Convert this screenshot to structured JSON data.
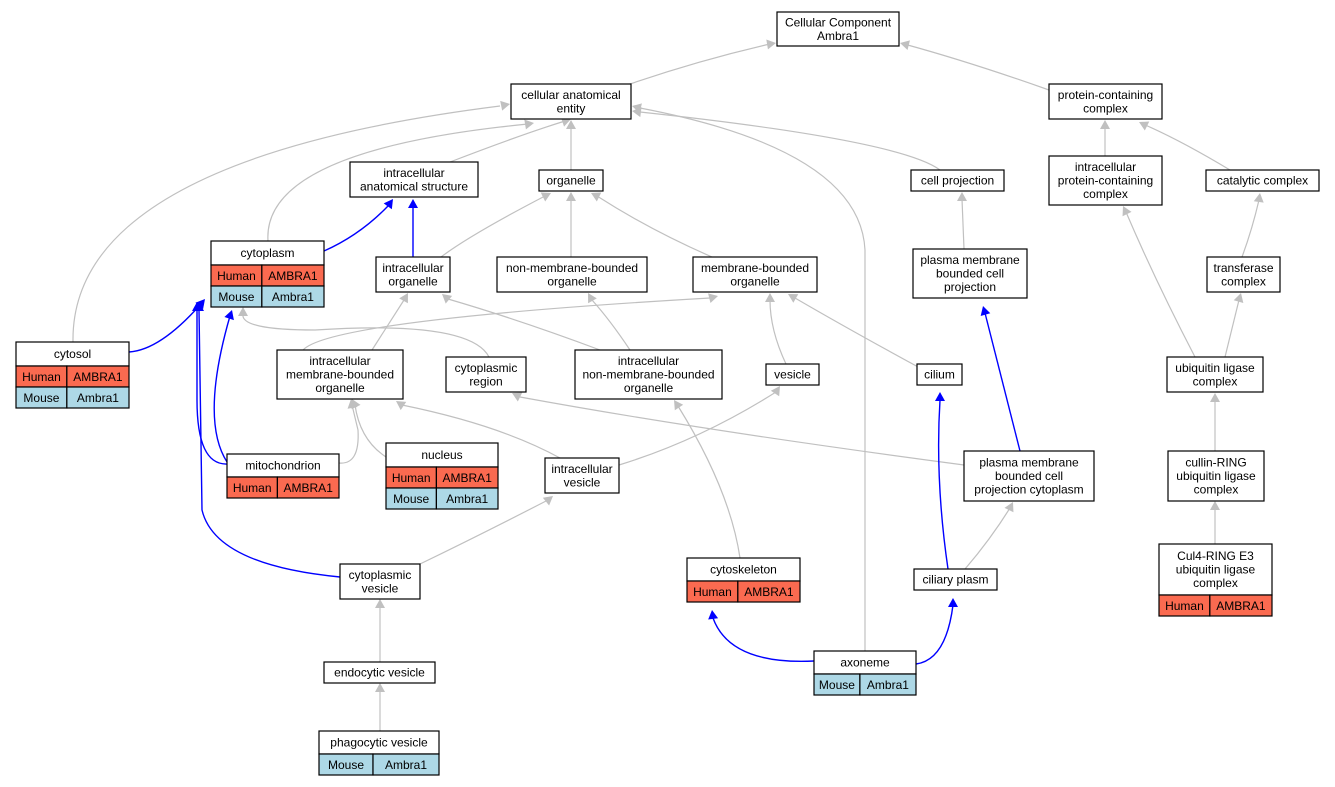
{
  "colors": {
    "human": "#fa6a50",
    "mouse": "#add8e6",
    "edge_gray": "#c0c0c0",
    "edge_blue": "#0000ff"
  },
  "nodes": {
    "root": {
      "lines": [
        "Cellular Component",
        "Ambra1"
      ]
    },
    "cae": {
      "lines": [
        "cellular anatomical",
        "entity"
      ]
    },
    "pcc": {
      "lines": [
        "protein-containing",
        "complex"
      ]
    },
    "ias": {
      "lines": [
        "intracellular",
        "anatomical structure"
      ]
    },
    "organelle": {
      "lines": [
        "organelle"
      ]
    },
    "cellproj": {
      "lines": [
        "cell projection"
      ]
    },
    "ipcc": {
      "lines": [
        "intracellular",
        "protein-containing",
        "complex"
      ]
    },
    "catalytic": {
      "lines": [
        "catalytic complex"
      ]
    },
    "cytoplasm": {
      "lines": [
        "cytoplasm"
      ],
      "rows": [
        {
          "species": "Human",
          "gene": "AMBRA1"
        },
        {
          "species": "Mouse",
          "gene": "Ambra1"
        }
      ]
    },
    "intorg": {
      "lines": [
        "intracellular",
        "organelle"
      ]
    },
    "nmbo": {
      "lines": [
        "non-membrane-bounded",
        "organelle"
      ]
    },
    "mbo": {
      "lines": [
        "membrane-bounded",
        "organelle"
      ]
    },
    "pmbcp": {
      "lines": [
        "plasma membrane",
        "bounded cell",
        "projection"
      ]
    },
    "transferase": {
      "lines": [
        "transferase",
        "complex"
      ]
    },
    "cytosol": {
      "lines": [
        "cytosol"
      ],
      "rows": [
        {
          "species": "Human",
          "gene": "AMBRA1"
        },
        {
          "species": "Mouse",
          "gene": "Ambra1"
        }
      ]
    },
    "imbo": {
      "lines": [
        "intracellular",
        "membrane-bounded",
        "organelle"
      ]
    },
    "cytregion": {
      "lines": [
        "cytoplasmic",
        "region"
      ]
    },
    "inmbo": {
      "lines": [
        "intracellular",
        "non-membrane-bounded",
        "organelle"
      ]
    },
    "vesicle": {
      "lines": [
        "vesicle"
      ]
    },
    "cilium": {
      "lines": [
        "cilium"
      ]
    },
    "ubiq": {
      "lines": [
        "ubiquitin ligase",
        "complex"
      ]
    },
    "mito": {
      "lines": [
        "mitochondrion"
      ],
      "rows": [
        {
          "species": "Human",
          "gene": "AMBRA1"
        }
      ]
    },
    "nucleus": {
      "lines": [
        "nucleus"
      ],
      "rows": [
        {
          "species": "Human",
          "gene": "AMBRA1"
        },
        {
          "species": "Mouse",
          "gene": "Ambra1"
        }
      ]
    },
    "ivesicle": {
      "lines": [
        "intracellular",
        "vesicle"
      ]
    },
    "pmbcpc": {
      "lines": [
        "plasma membrane",
        "bounded cell",
        "projection cytoplasm"
      ]
    },
    "cullin": {
      "lines": [
        "cullin-RING",
        "ubiquitin ligase",
        "complex"
      ]
    },
    "cytves": {
      "lines": [
        "cytoplasmic",
        "vesicle"
      ]
    },
    "cytoskeleton": {
      "lines": [
        "cytoskeleton"
      ],
      "rows": [
        {
          "species": "Human",
          "gene": "AMBRA1"
        }
      ]
    },
    "ciliary": {
      "lines": [
        "ciliary plasm"
      ]
    },
    "cul4": {
      "lines": [
        "Cul4-RING E3",
        "ubiquitin ligase",
        "complex"
      ],
      "rows": [
        {
          "species": "Human",
          "gene": "AMBRA1"
        }
      ]
    },
    "endocytic": {
      "lines": [
        "endocytic vesicle"
      ]
    },
    "axoneme": {
      "lines": [
        "axoneme"
      ],
      "rows": [
        {
          "species": "Mouse",
          "gene": "Ambra1"
        }
      ]
    },
    "phagocytic": {
      "lines": [
        "phagocytic vesicle"
      ],
      "rows": [
        {
          "species": "Mouse",
          "gene": "Ambra1"
        }
      ]
    }
  }
}
